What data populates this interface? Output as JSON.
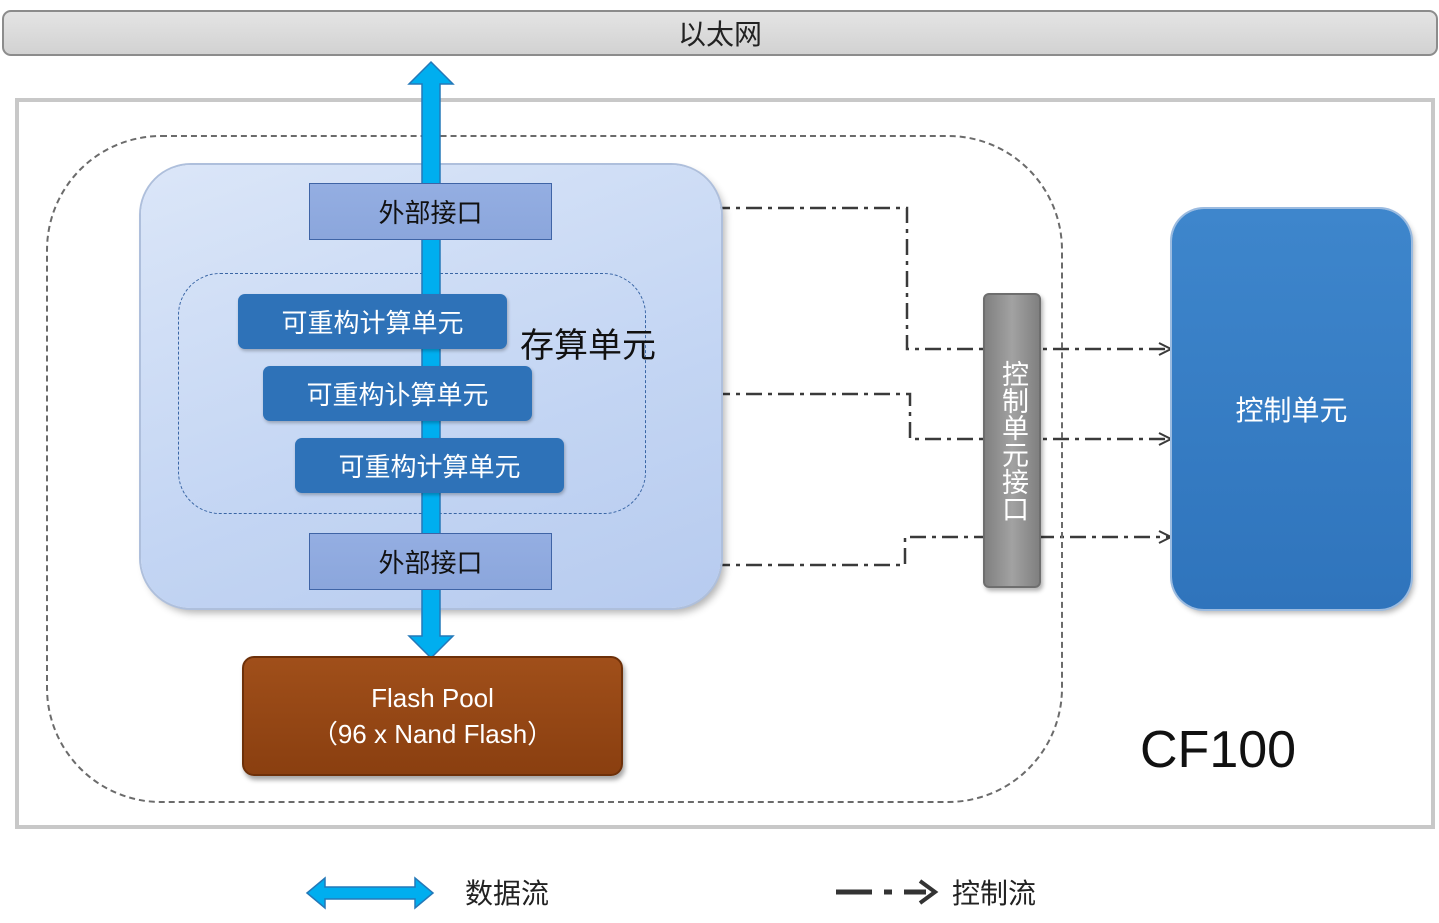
{
  "network": {
    "label": "以太网"
  },
  "storage_unit": {
    "label": "存算单元",
    "top_interface": "外部接口",
    "bottom_interface": "外部接口",
    "compute_units": [
      "可重构计算单元",
      "可重构讣算单元",
      "可重构计算单元"
    ]
  },
  "flash_pool": {
    "line1": "Flash Pool",
    "line2": "（96 x Nand Flash）"
  },
  "control_interface": {
    "label": "控制单元接口"
  },
  "control_unit": {
    "label": "控制单元"
  },
  "model": {
    "label": "CF100"
  },
  "legend": {
    "data_flow": "数据流",
    "control_flow": "控制流"
  },
  "colors": {
    "data_flow_arrow": "#00aeef",
    "storage_block": "#c3d5f3",
    "interface_box": "#8ea9de",
    "compute_unit": "#2e72b8",
    "flash_pool": "#8e4212",
    "control_interface": "#909090",
    "control_unit": "#3379c2",
    "control_flow_line": "#3a3a3a"
  }
}
